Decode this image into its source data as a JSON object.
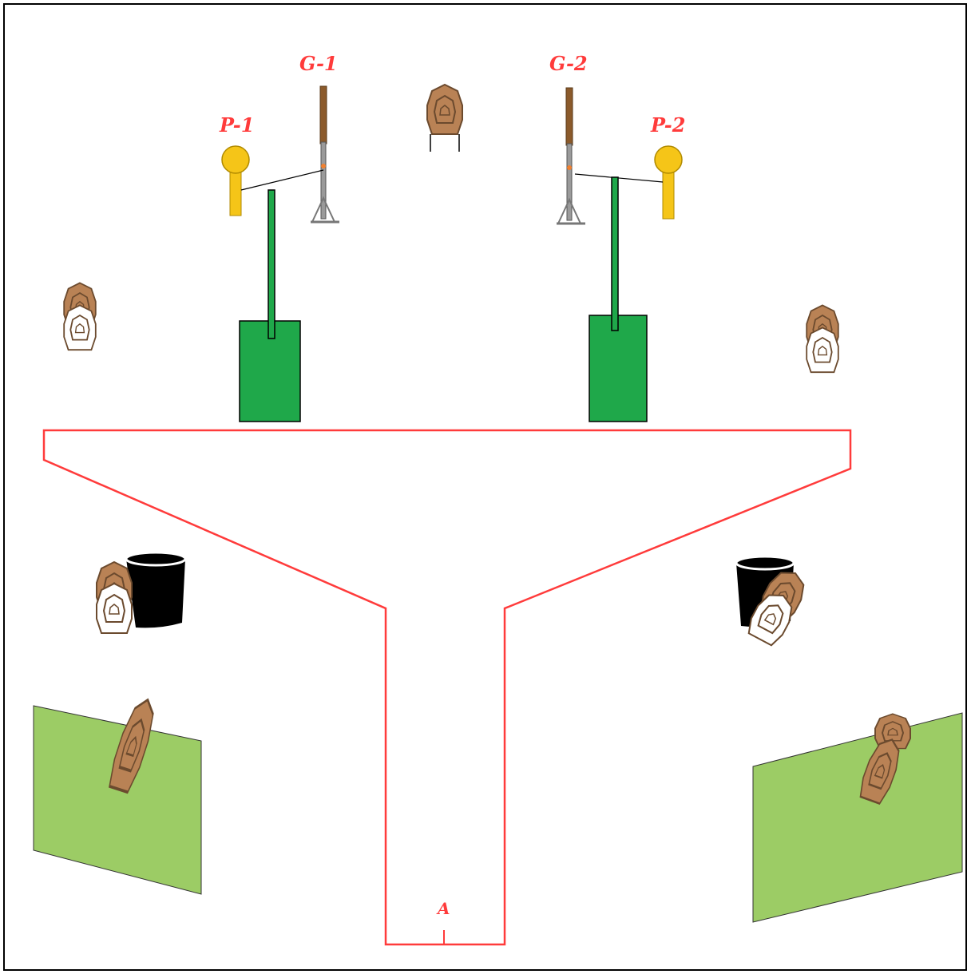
{
  "labels": {
    "g1": "G-1",
    "g2": "G-2",
    "p1": "P-1",
    "p2": "P-2",
    "a": "A"
  },
  "colors": {
    "frame": "#000000",
    "fault_line": "#ff3b3b",
    "label": "#ff3b3b",
    "barrel_green": "#1fa84a",
    "panel_green": "#9ccc65",
    "popper_yellow": "#f5c518",
    "target_brown": "#b98255",
    "stand_grey": "#9a9a9a",
    "drum_black": "#000000"
  },
  "icons": [
    "paper-target-icon",
    "steel-popper-icon",
    "gun-stand-icon",
    "barrel-icon",
    "drum-icon",
    "no-shoot-panel-icon"
  ]
}
